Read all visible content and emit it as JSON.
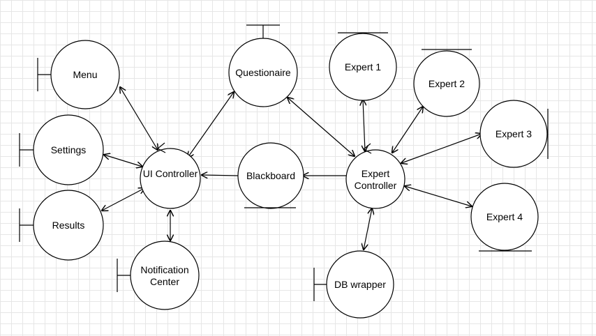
{
  "nodes": {
    "menu": {
      "label": "Menu",
      "type": "boundary"
    },
    "settings": {
      "label": "Settings",
      "type": "boundary"
    },
    "results": {
      "label": "Results",
      "type": "boundary"
    },
    "ui_controller": {
      "label": "UI Controller",
      "type": "control"
    },
    "notification_center": {
      "label_line1": "Notification",
      "label_line2": "Center",
      "type": "boundary"
    },
    "questionaire": {
      "label": "Questionaire",
      "type": "boundary"
    },
    "blackboard": {
      "label": "Blackboard",
      "type": "entity"
    },
    "expert_controller": {
      "label_line1": "Expert",
      "label_line2": "Controller",
      "type": "control"
    },
    "expert1": {
      "label": "Expert 1",
      "type": "entity"
    },
    "expert2": {
      "label": "Expert 2",
      "type": "entity"
    },
    "expert3": {
      "label": "Expert 3",
      "type": "boundary"
    },
    "expert4": {
      "label": "Expert 4",
      "type": "entity"
    },
    "db_wrapper": {
      "label": "DB wrapper",
      "type": "boundary"
    }
  },
  "edges": [
    {
      "from": "menu",
      "to": "ui_controller",
      "direction": "both"
    },
    {
      "from": "settings",
      "to": "ui_controller",
      "direction": "both"
    },
    {
      "from": "results",
      "to": "ui_controller",
      "direction": "both"
    },
    {
      "from": "ui_controller",
      "to": "notification_center",
      "direction": "both"
    },
    {
      "from": "ui_controller",
      "to": "questionaire",
      "direction": "both"
    },
    {
      "from": "blackboard",
      "to": "ui_controller",
      "direction": "forward"
    },
    {
      "from": "expert_controller",
      "to": "blackboard",
      "direction": "forward"
    },
    {
      "from": "questionaire",
      "to": "expert_controller",
      "direction": "both"
    },
    {
      "from": "expert1",
      "to": "expert_controller",
      "direction": "both"
    },
    {
      "from": "expert2",
      "to": "expert_controller",
      "direction": "both"
    },
    {
      "from": "expert3",
      "to": "expert_controller",
      "direction": "both"
    },
    {
      "from": "expert4",
      "to": "expert_controller",
      "direction": "both"
    },
    {
      "from": "db_wrapper",
      "to": "expert_controller",
      "direction": "both"
    }
  ],
  "colors": {
    "stroke": "#000000",
    "fill": "#ffffff",
    "grid": "#e6e6e6"
  }
}
